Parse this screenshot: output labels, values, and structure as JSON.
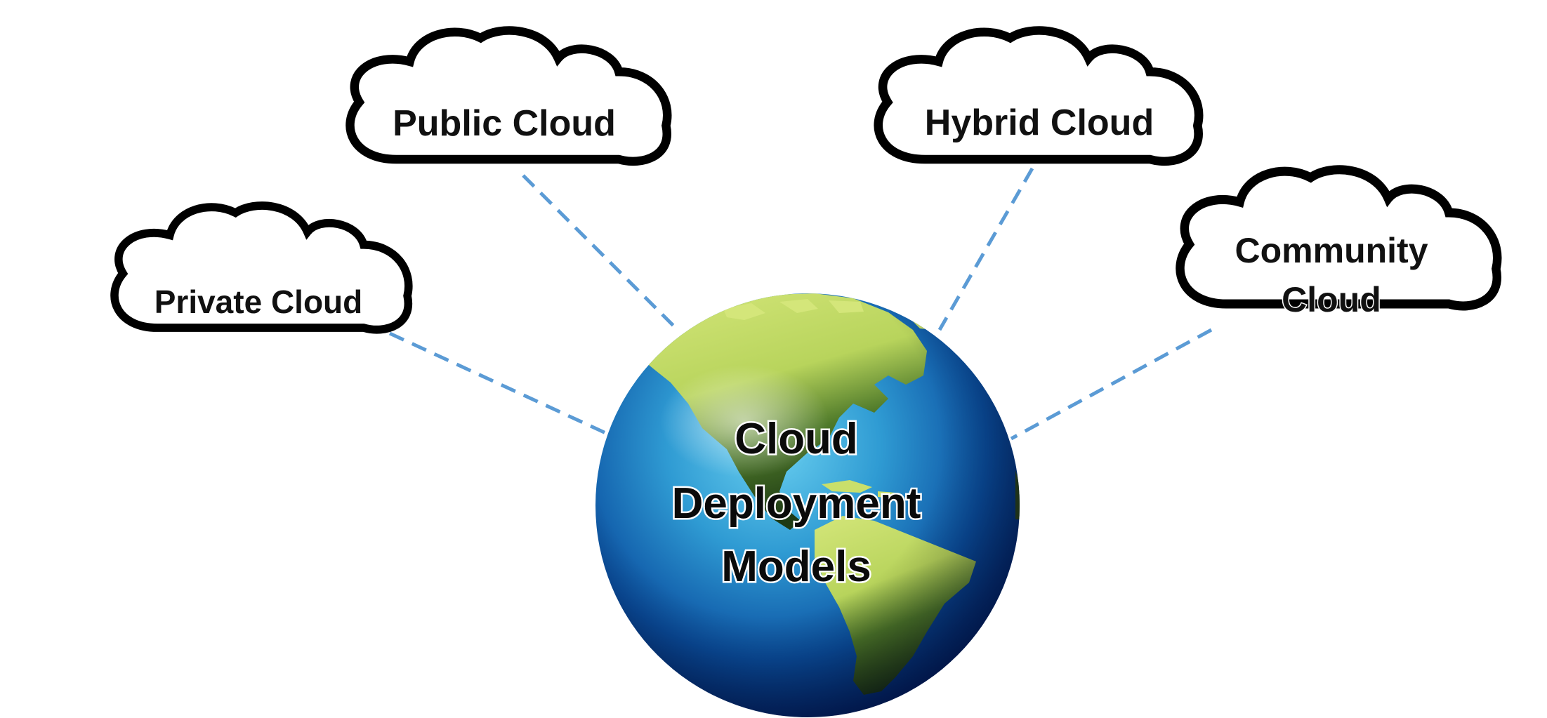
{
  "diagram": {
    "center": {
      "label_lines": [
        "Cloud",
        "Deployment",
        "Models"
      ]
    },
    "nodes": [
      {
        "id": "public",
        "label_lines": [
          "Public Cloud"
        ]
      },
      {
        "id": "hybrid",
        "label_lines": [
          "Hybrid Cloud"
        ]
      },
      {
        "id": "private",
        "label_lines": [
          "Private Cloud"
        ]
      },
      {
        "id": "community",
        "label_lines": [
          "Community",
          "Cloud"
        ]
      }
    ]
  },
  "colors": {
    "connector": "#5b9bd5",
    "cloud_outline": "#000000",
    "cloud_fill": "#ffffff",
    "ocean_light": "#6ad0f0",
    "ocean_dark": "#001a5c",
    "land_light": "#d4e67a",
    "land_dark": "#1e3a14"
  }
}
